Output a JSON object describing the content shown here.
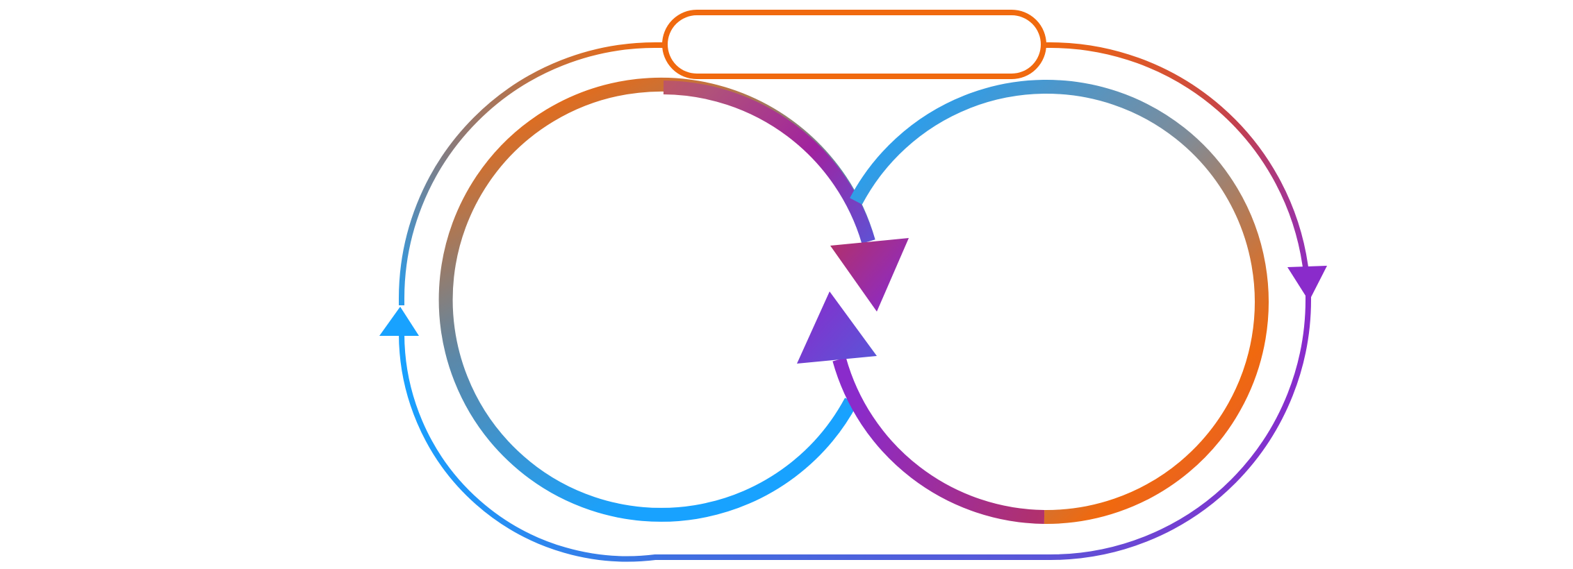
{
  "diagram": {
    "type": "infinity-loop-cycle",
    "title_pill": {
      "text": ""
    },
    "colors": {
      "orange": "#F0690E",
      "blue": "#18A2FF",
      "purple": "#8A2BCB",
      "magenta": "#A0229F",
      "indigo": "#5A55D8",
      "red_orange": "#E2593B"
    },
    "arrows": [
      {
        "id": "left-loop-arrow",
        "direction": "down-right"
      },
      {
        "id": "right-loop-arrow",
        "direction": "up-left"
      },
      {
        "id": "outer-left-arrow",
        "direction": "up"
      },
      {
        "id": "outer-right-arrow",
        "direction": "down"
      }
    ]
  }
}
